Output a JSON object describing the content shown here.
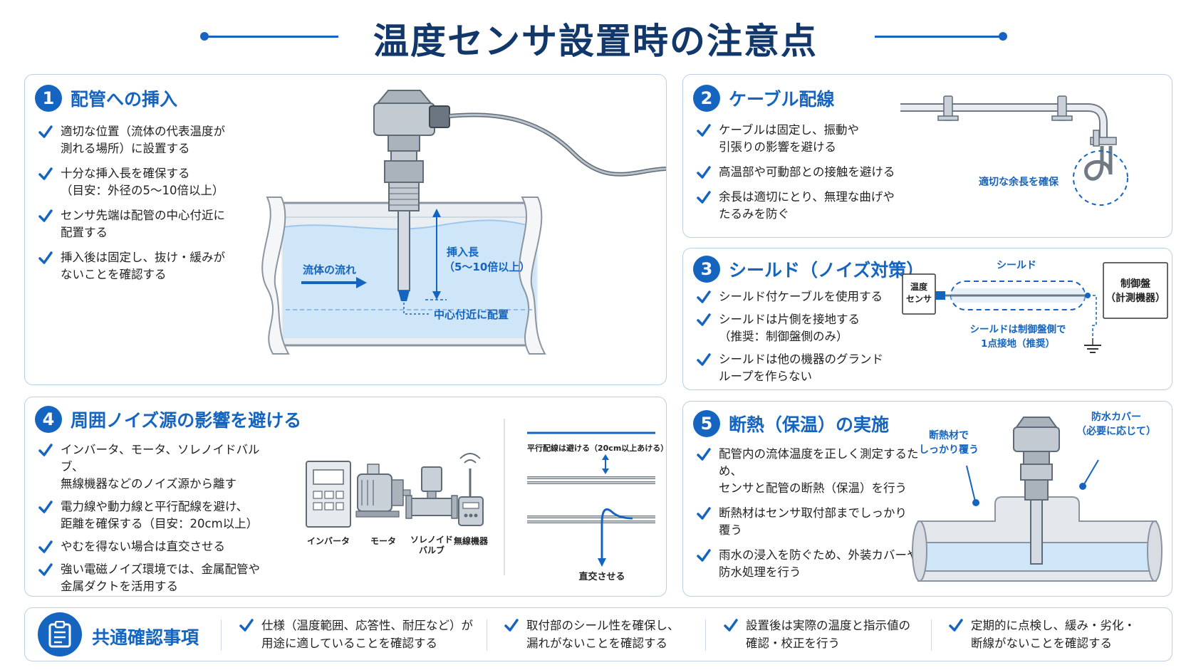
{
  "page_title": "温度センサ設置時の注意点",
  "colors": {
    "accent": "#1565c0",
    "title": "#12386b",
    "border": "#b9cfe8",
    "water": "#cfe5f8"
  },
  "sections": [
    {
      "num": "1",
      "title": "配管への挿入",
      "items": [
        "適切な位置（流体の代表温度が\n測れる場所）に設置する",
        "十分な挿入長を確保する\n（目安：外径の5〜10倍以上）",
        "センサ先端は配管の中心付近に\n配置する",
        "挿入後は固定し、抜け・緩みが\nないことを確認する"
      ],
      "labels": {
        "flow": "流体の流れ",
        "insert_length": "挿入長\n（5〜10倍以上）",
        "center": "中心付近に配置"
      }
    },
    {
      "num": "2",
      "title": "ケーブル配線",
      "items": [
        "ケーブルは固定し、振動や\n引張りの影響を避ける",
        "高温部や可動部との接触を避ける",
        "余長は適切にとり、無理な曲げや\nたるみを防ぐ"
      ],
      "labels": {
        "slack": "適切な余長を確保"
      }
    },
    {
      "num": "3",
      "title": "シールド（ノイズ対策）",
      "items": [
        "シールド付ケーブルを使用する",
        "シールドは片側を接地する\n（推奨：制御盤側のみ）",
        "シールドは他の機器のグランド\nループを作らない"
      ],
      "labels": {
        "sensor": "温度\nセンサ",
        "shield": "シールド",
        "panel": "制御盤\n（計測機器）",
        "ground": "シールドは制御盤側で\n1点接地（推奨）"
      }
    },
    {
      "num": "4",
      "title": "周囲ノイズ源の影響を避ける",
      "items": [
        "インバータ、モータ、ソレノイドバルブ、\n無線機器などのノイズ源から離す",
        "電力線や動力線と平行配線を避け、\n距離を確保する（目安：20cm以上）",
        "やむを得ない場合は直交させる",
        "強い電磁ノイズ環境では、金属配管や\n金属ダクトを活用する"
      ],
      "labels": {
        "inverter": "インバータ",
        "motor": "モータ",
        "solenoid": "ソレノイド\nバルブ",
        "wireless": "無線機器",
        "parallel": "平行配線は避ける（20cm以上あける）",
        "cross": "直交させる"
      }
    },
    {
      "num": "5",
      "title": "断熱（保温）の実施",
      "items": [
        "配管内の流体温度を正しく測定するため、\nセンサと配管の断熱（保温）を行う",
        "断熱材はセンサ取付部までしっかり\n覆う",
        "雨水の浸入を防ぐため、外装カバーや\n防水処理を行う"
      ],
      "labels": {
        "insulation": "断熱材で\nしっかり覆う",
        "cover": "防水カバー\n（必要に応じて）"
      }
    }
  ],
  "common": {
    "title": "共通確認事項",
    "icon": "clipboard-icon",
    "items": [
      "仕様（温度範囲、応答性、耐圧など）が\n用途に適していることを確認する",
      "取付部のシール性を確保し、\n漏れがないことを確認する",
      "設置後は実際の温度と指示値の\n確認・校正を行う",
      "定期的に点検し、緩み・劣化・\n断線がないことを確認する"
    ]
  }
}
